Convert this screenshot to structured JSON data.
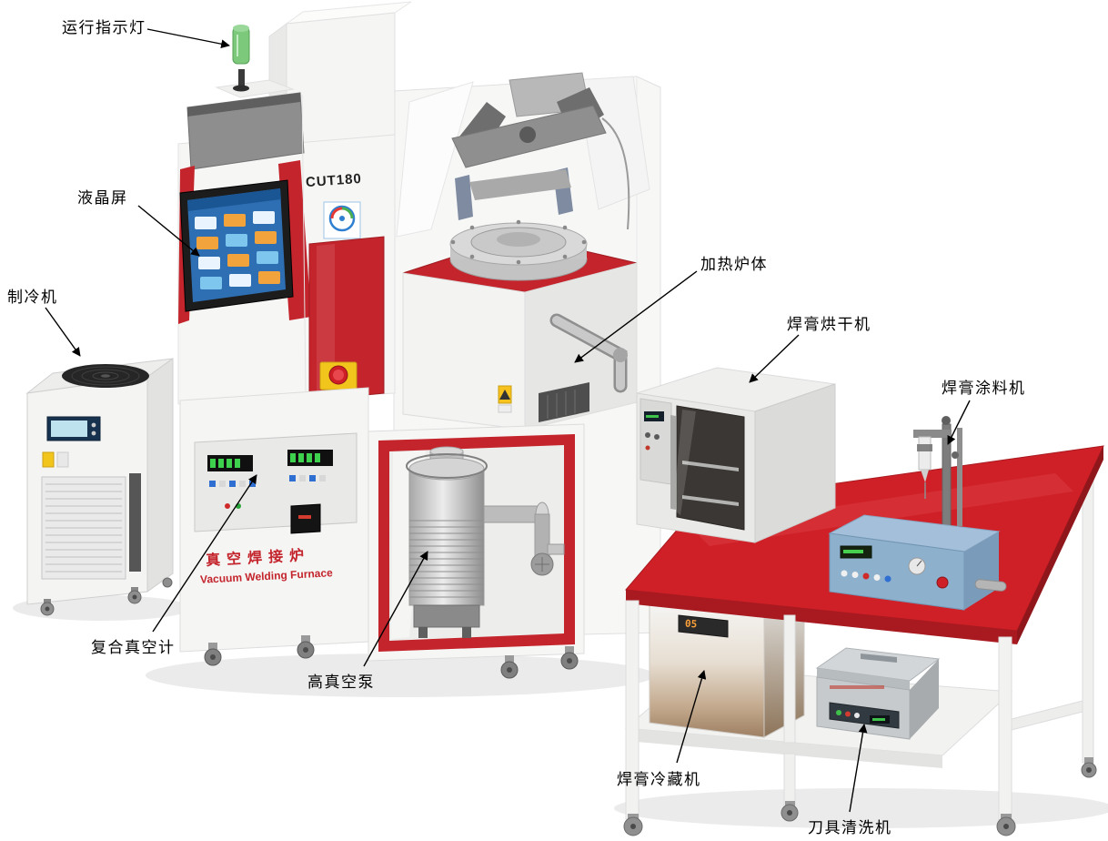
{
  "labels": [
    {
      "id": "running-indicator",
      "text": "运行指示灯"
    },
    {
      "id": "lcd-screen",
      "text": "液晶屏"
    },
    {
      "id": "chiller",
      "text": "制冷机"
    },
    {
      "id": "heating-furnace",
      "text": "加热炉体"
    },
    {
      "id": "paste-dryer",
      "text": "焊膏烘干机"
    },
    {
      "id": "paste-coater",
      "text": "焊膏涂料机"
    },
    {
      "id": "vacuum-gauge",
      "text": "复合真空计"
    },
    {
      "id": "vacuum-pump",
      "text": "高真空泵"
    },
    {
      "id": "paste-fridge",
      "text": "焊膏冷藏机"
    },
    {
      "id": "tool-cleaner",
      "text": "刀具清洗机"
    }
  ],
  "machine": {
    "model": "CUT180",
    "name_cn": "真空焊接炉",
    "name_en": "Vacuum Welding Furnace"
  },
  "fridge": {
    "display": "05"
  },
  "colors": {
    "accent_red": "#c4242b",
    "table_red": "#cf2027",
    "coater_blue": "#8db0cd",
    "indicator_green": "#7cc97c"
  }
}
